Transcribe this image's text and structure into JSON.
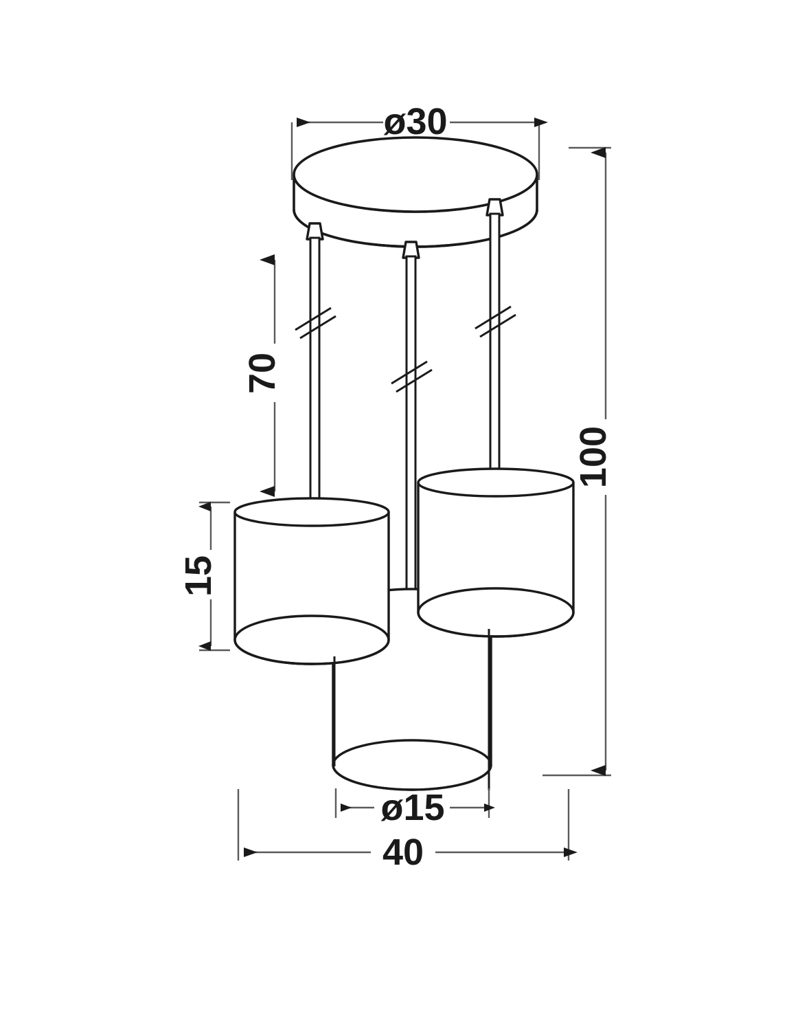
{
  "drawing": {
    "title": "Pendant lamp technical dimension drawing",
    "units": "cm",
    "line_color": "#1a1a1a",
    "dimension_line_color": "#5a5a5a",
    "background_color": "#ffffff"
  },
  "dimensions": {
    "canopy_diameter": {
      "label": "ø30",
      "value": 30,
      "symbol": "ø",
      "orientation": "horizontal",
      "describes": "ceiling-canopy-plate-diameter"
    },
    "cable_drop": {
      "label": "70",
      "value": 70,
      "orientation": "vertical",
      "describes": "suspension-cable-length"
    },
    "shade_height": {
      "label": "15",
      "value": 15,
      "orientation": "vertical",
      "describes": "lamp-shade-height"
    },
    "total_height": {
      "label": "100",
      "value": 100,
      "orientation": "vertical",
      "describes": "overall-fixture-height"
    },
    "shade_diameter": {
      "label": "ø15",
      "value": 15,
      "symbol": "ø",
      "orientation": "horizontal",
      "describes": "lamp-shade-diameter"
    },
    "overall_width": {
      "label": "40",
      "value": 40,
      "orientation": "horizontal",
      "describes": "overall-fixture-spread-width"
    }
  },
  "parts": {
    "canopy": {
      "name": "ceiling-canopy-plate",
      "shape": "round-disc"
    },
    "cable_grips": {
      "name": "cable-grip",
      "count": 3
    },
    "cables": {
      "name": "suspension-cable",
      "count": 3,
      "break_marks": 3
    },
    "shades": {
      "name": "cylinder-lamp-shade",
      "count": 3,
      "items": [
        {
          "position": "left"
        },
        {
          "position": "right"
        },
        {
          "position": "front"
        }
      ]
    }
  }
}
